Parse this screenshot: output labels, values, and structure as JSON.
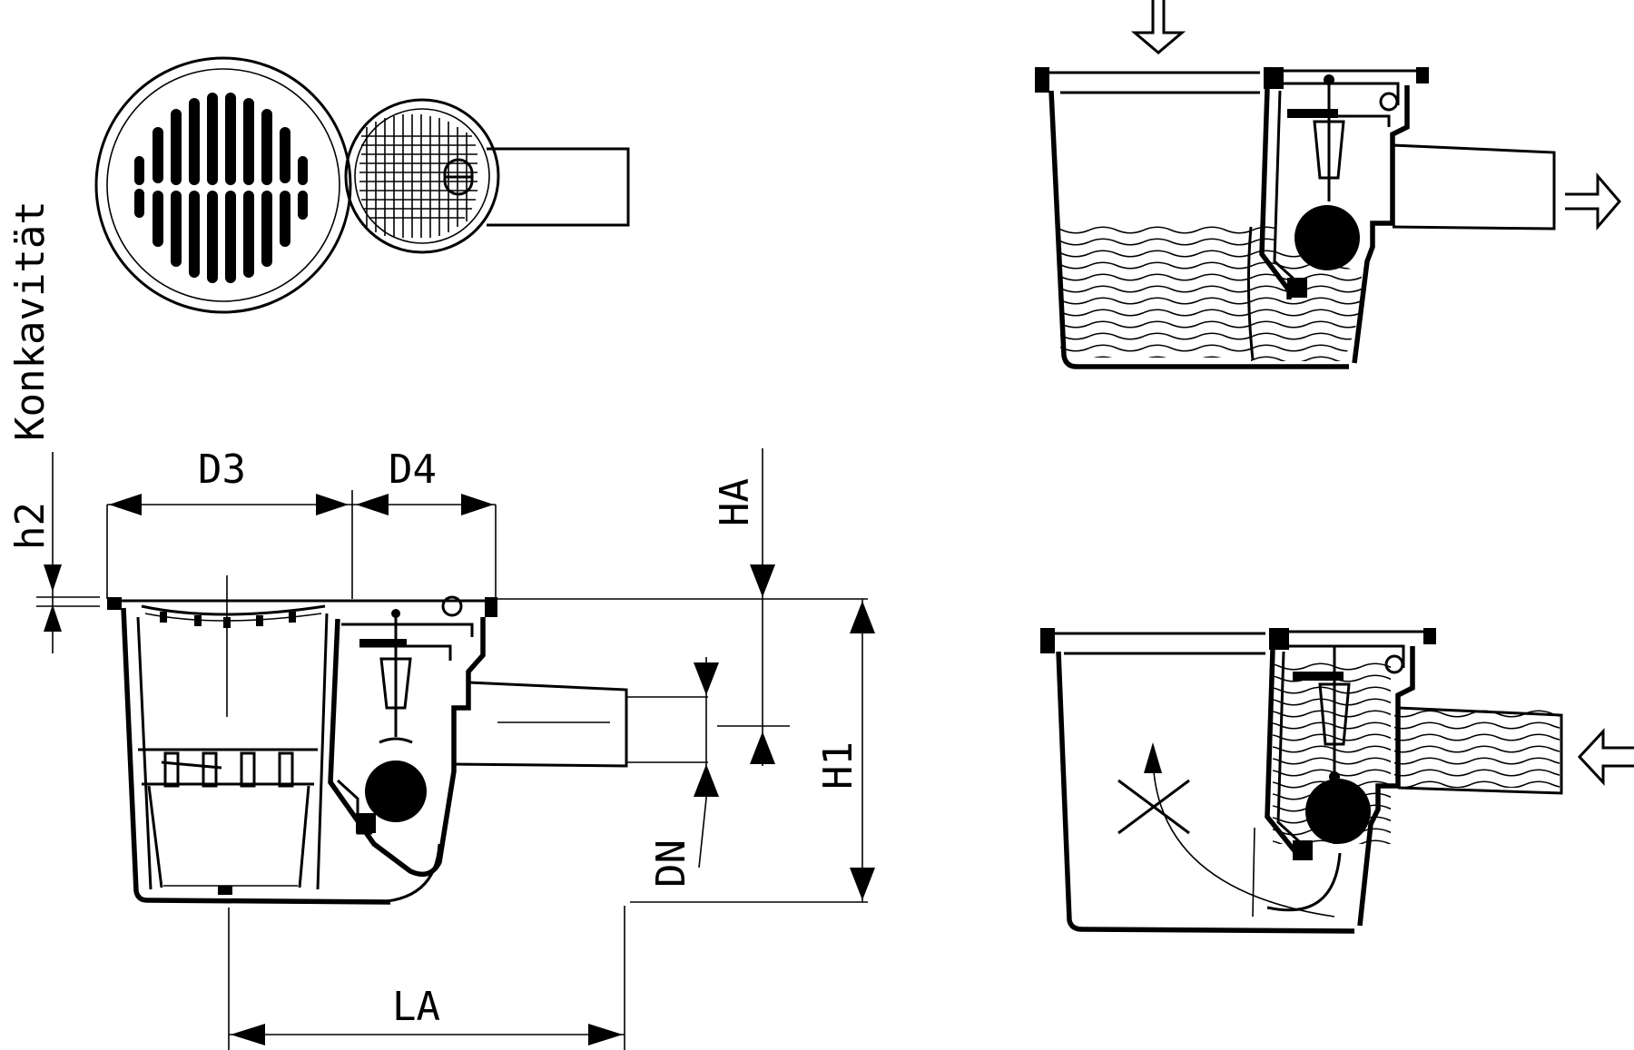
{
  "labels": {
    "konkavitaet": "Konkavität",
    "h2": "h2",
    "d3": "D3",
    "d4": "D4",
    "ha": "HA",
    "h1": "H1",
    "dn": "DN",
    "la": "LA"
  },
  "colors": {
    "ink": "#000000",
    "paper": "#ffffff"
  },
  "views": {
    "top_view": "plan view of grated floor drain with round strainer and side outlet",
    "section_view": "dimensioned cross-section of floor drain with float valve",
    "flow_view": "section showing downward inflow and discharge through outlet",
    "backflow_view": "section showing backflow blocked by floating ball valve"
  },
  "icons": {
    "inflow_arrow": "hollow-down-arrow-icon",
    "outflow_arrow": "hollow-right-arrow-icon",
    "backflow_arrow": "hollow-left-arrow-icon",
    "blocked_marker": "cross-icon"
  }
}
